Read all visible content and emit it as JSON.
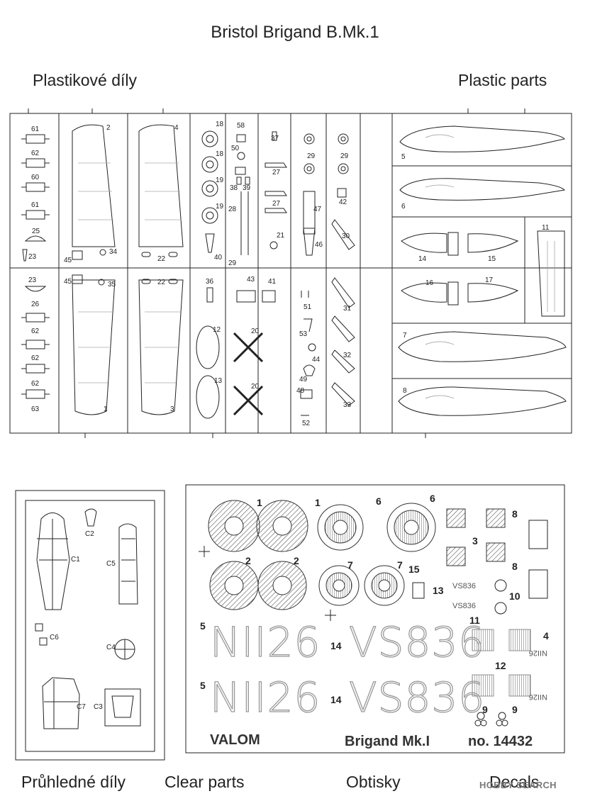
{
  "title": "Bristol Brigand B.Mk.1",
  "headers": {
    "plastic_cz": "Plastikové díly",
    "plastic_en": "Plastic parts",
    "clear_cz": "Průhledné díly",
    "clear_en": "Clear parts",
    "decals_cz": "Obtisky",
    "decals_en": "Decals"
  },
  "watermark": "HOBBY SEARCH",
  "plastic_labels": [
    "61",
    "62",
    "60",
    "61",
    "25",
    "23",
    "45",
    "34",
    "23",
    "45",
    "35",
    "26",
    "62",
    "62",
    "62",
    "63",
    "2",
    "1",
    "4",
    "3",
    "22",
    "22",
    "18",
    "18",
    "19",
    "19",
    "40",
    "36",
    "12",
    "13",
    "58",
    "50",
    "38",
    "39",
    "28",
    "29",
    "43",
    "41",
    "20",
    "20",
    "37",
    "27",
    "27",
    "21",
    "29",
    "29",
    "42",
    "47",
    "46",
    "30",
    "51",
    "53",
    "44",
    "49",
    "48",
    "52",
    "31",
    "32",
    "33",
    "5",
    "6",
    "11",
    "14",
    "15",
    "16",
    "17",
    "7",
    "8"
  ],
  "clear_labels": [
    "C2",
    "C1",
    "C5",
    "C6",
    "C4",
    "C7",
    "C3"
  ],
  "decal_labels": [
    "1",
    "1",
    "2",
    "2",
    "6",
    "6",
    "7",
    "7",
    "15",
    "13",
    "3",
    "8",
    "8",
    "10",
    "11",
    "4",
    "12",
    "5",
    "5",
    "14",
    "14",
    "9",
    "9"
  ],
  "decal_codes": {
    "serial_a": "NII26",
    "serial_b": "VS836",
    "small_a": "VS836",
    "small_b": "VS836",
    "side_a": "NII26",
    "side_b": "NII26"
  },
  "decal_footer": {
    "maker": "VALOM",
    "model": "Brigand Mk.I",
    "number": "no. 14432"
  }
}
